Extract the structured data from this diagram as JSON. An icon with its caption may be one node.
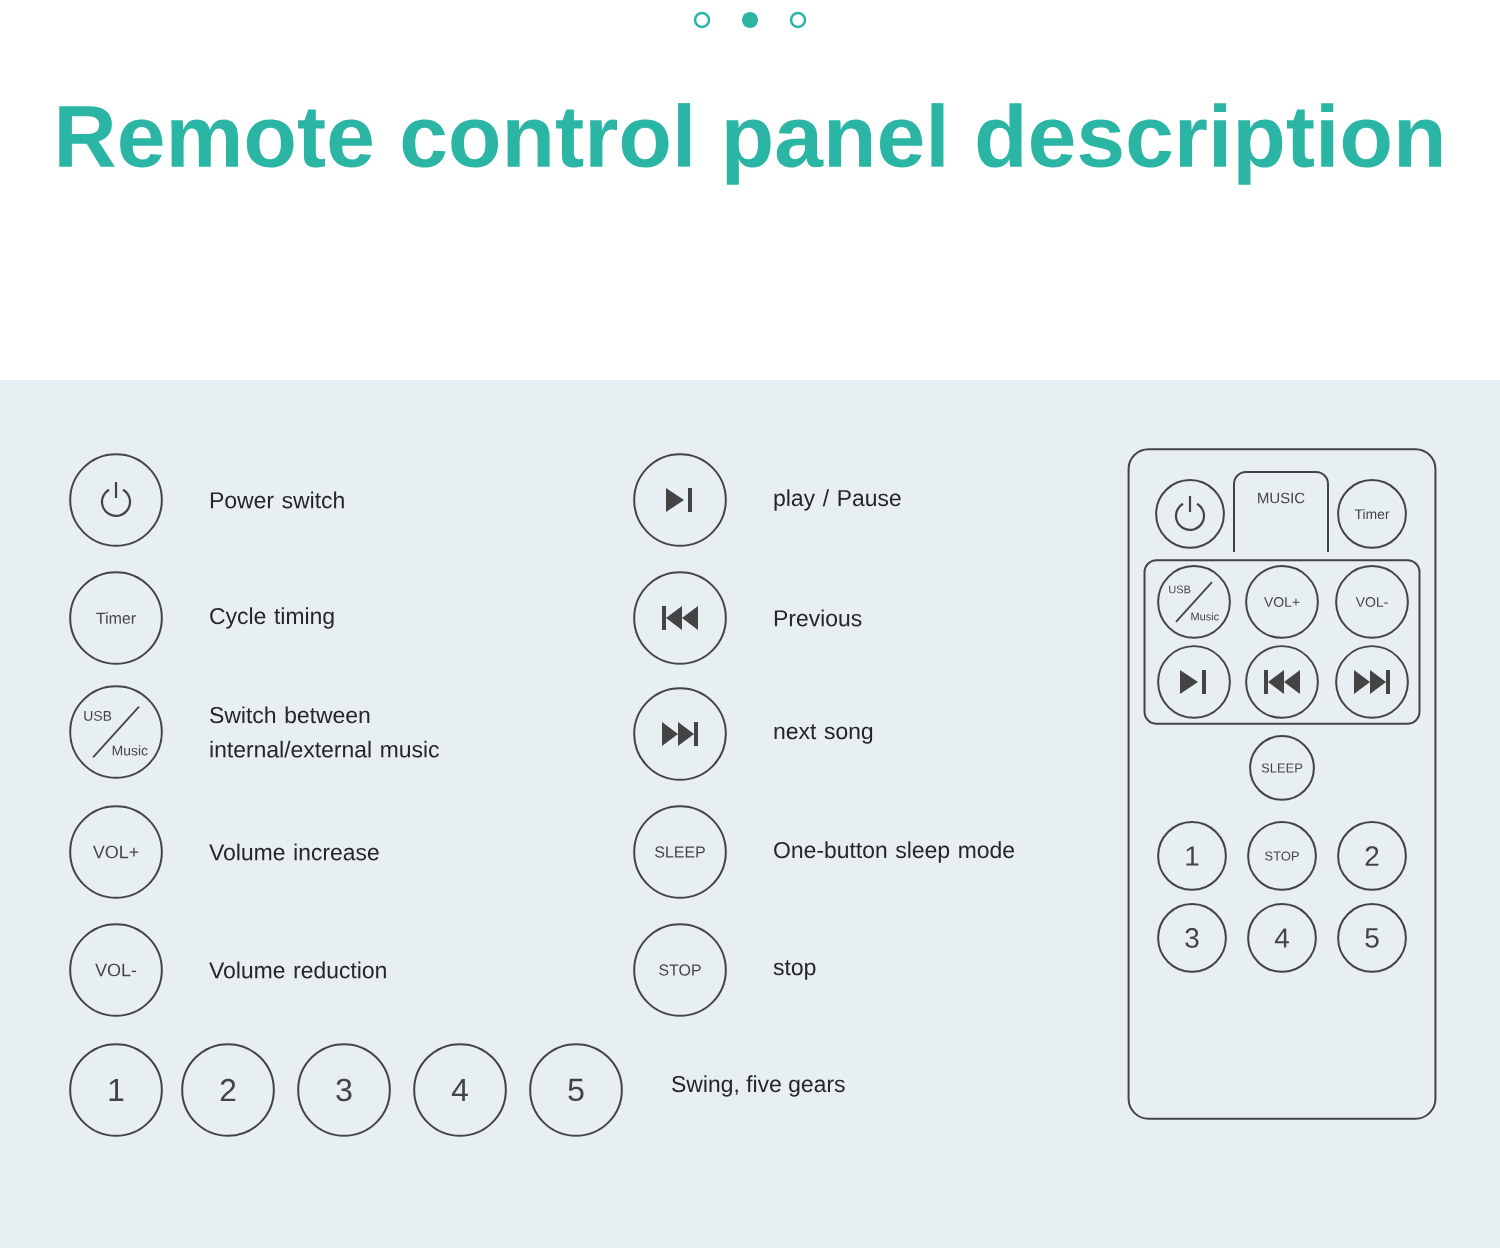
{
  "diagram": {
    "title": "Remote control panel description",
    "nodes": [
      {
        "text": [],
        "shape": "circle",
        "beside": [
          "Power switch"
        ]
      },
      {
        "text": [
          "Timer"
        ],
        "beside": [
          "Cycle timing"
        ]
      },
      {
        "text": [
          "USB",
          "Music"
        ],
        "beside": [
          "Switch between internal/external music"
        ]
      },
      {
        "text": [
          "VOL+"
        ],
        "beside": [
          "Volume increase"
        ]
      },
      {
        "text": [
          "VOL-"
        ],
        "beside": [
          "Volume reduction"
        ]
      },
      {
        "text": [
          "1"
        ]
      },
      {
        "text": [
          "2"
        ]
      },
      {
        "text": [
          "3"
        ]
      },
      {
        "text": [
          "4"
        ]
      },
      {
        "text": [
          "5"
        ]
      },
      {
        "text": [],
        "shape": "circle",
        "beside": [
          "play / Pause"
        ]
      },
      {
        "text": [],
        "shape": "circle",
        "beside": [
          "Previous"
        ]
      },
      {
        "text": [],
        "shape": "circle",
        "beside": [
          "next song"
        ]
      },
      {
        "text": [
          "SLEEP"
        ],
        "beside": [
          "One-button sleep mode"
        ]
      },
      {
        "text": [
          "STOP"
        ],
        "beside": [
          "stop"
        ]
      },
      {
        "text": [],
        "shape": "box"
      },
      {
        "text": [],
        "shape": "circle",
        "in": 15
      },
      {
        "text": [
          "MUSIC"
        ],
        "in": 15
      },
      {
        "text": [
          "Timer"
        ],
        "in": 15
      },
      {
        "text": [],
        "shape": "box",
        "in": 15
      },
      {
        "text": [
          "USB",
          "Music"
        ],
        "in": 19
      },
      {
        "text": [
          "VOL+"
        ],
        "in": 19
      },
      {
        "text": [
          "VOL-"
        ],
        "in": 19
      },
      {
        "text": [],
        "shape": "circle",
        "in": 19
      },
      {
        "text": [],
        "shape": "circle",
        "in": 19
      },
      {
        "text": [],
        "shape": "circle",
        "in": 19
      },
      {
        "text": [
          "SLEEP"
        ],
        "in": 15
      },
      {
        "text": [
          "1"
        ],
        "in": 15
      },
      {
        "text": [
          "STOP"
        ],
        "in": 15
      },
      {
        "text": [
          "2"
        ],
        "in": 15
      },
      {
        "text": [
          "3"
        ],
        "in": 15
      },
      {
        "text": [
          "4"
        ],
        "in": 15
      },
      {
        "text": [
          "5"
        ],
        "in": 15
      }
    ],
    "labels": [
      "Swing, five gears"
    ]
  }
}
